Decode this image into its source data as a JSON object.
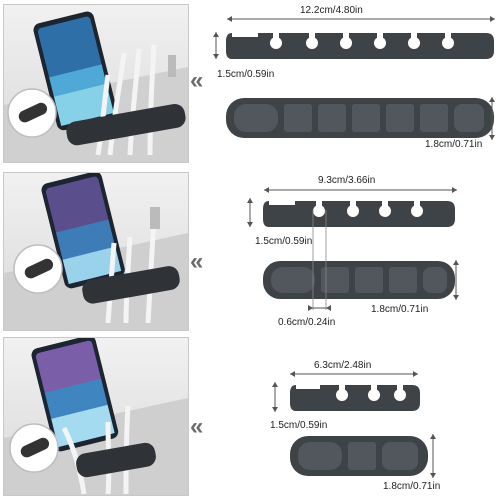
{
  "rows": [
    {
      "width_label": "12.2cm/4.80in",
      "height_label": "1.5cm/0.59in",
      "depth_label": "1.8cm/0.71in",
      "slots": 7
    },
    {
      "width_label": "9.3cm/3.66in",
      "height_label": "1.5cm/0.59in",
      "depth_label": "1.8cm/0.71in",
      "gap_label": "0.6cm/0.24in",
      "slots": 5
    },
    {
      "width_label": "6.3cm/2.48in",
      "height_label": "1.5cm/0.59in",
      "depth_label": "1.8cm/0.71in",
      "slots": 3
    }
  ],
  "arrow_glyph": "«",
  "colors": {
    "product": "#3e4348",
    "product_light": "#51575d",
    "line": "#555555",
    "panel_bg": "#e2e2e2"
  }
}
